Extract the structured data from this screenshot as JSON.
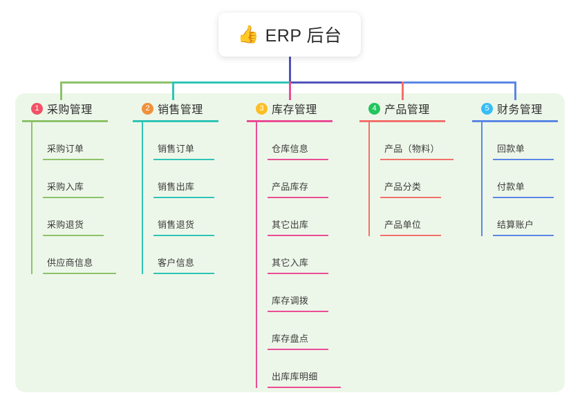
{
  "diagram": {
    "title": "ERP 后台",
    "title_icon": "thumbs-up-icon",
    "title_icon_glyph": "👍",
    "panel_bg": "#edf7e9",
    "root_stem_color": "#4f52b8"
  },
  "columns": [
    {
      "number": "1",
      "title": "采购管理",
      "badge_color": "#f25168",
      "line_color": "#8cc269",
      "items": [
        "采购订单",
        "采购入库",
        "采购退货",
        "供应商信息"
      ]
    },
    {
      "number": "2",
      "title": "销售管理",
      "badge_color": "#f0913c",
      "line_color": "#2ec4b6",
      "items": [
        "销售订单",
        "销售出库",
        "销售退货",
        "客户信息"
      ]
    },
    {
      "number": "3",
      "title": "库存管理",
      "badge_color": "#fbbf24",
      "line_color": "#ea4c96",
      "items": [
        "仓库信息",
        "产品库存",
        "其它出库",
        "其它入库",
        "库存调拨",
        "库存盘点",
        "出库库明细"
      ]
    },
    {
      "number": "4",
      "title": "产品管理",
      "badge_color": "#22c55e",
      "line_color": "#f2706b",
      "items": [
        "产品（物料）",
        "产品分类",
        "产品单位"
      ]
    },
    {
      "number": "5",
      "title": "财务管理",
      "badge_color": "#38bdf8",
      "line_color": "#5b86e5",
      "items": [
        "回款单",
        "付款单",
        "结算账户"
      ]
    }
  ]
}
